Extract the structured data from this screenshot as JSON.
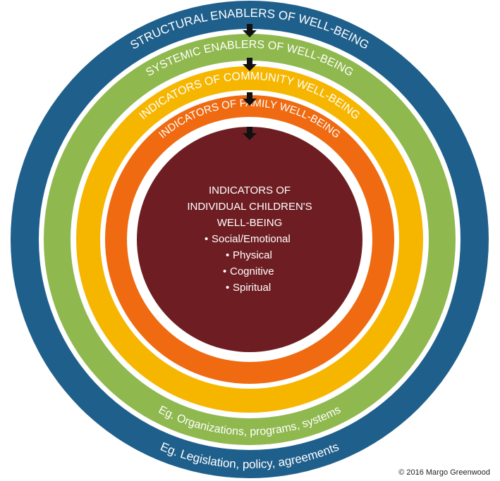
{
  "rings": {
    "structural": {
      "title": "STRUCTURAL ENABLERS OF WELL-BEING",
      "example": "Eg. Legislation, policy, agreements",
      "color": "#1f5f8b"
    },
    "systemic": {
      "title": "SYSTEMIC ENABLERS OF WELL-BEING",
      "example": "Eg. Organizations, programs, systems",
      "color": "#8fb84e"
    },
    "community": {
      "title": "INDICATORS OF  COMMUNITY WELL-BEING",
      "color": "#f6b600"
    },
    "family": {
      "title": "INDICATORS OF FAMILY WELL-BEING",
      "color": "#ef6a10"
    }
  },
  "center": {
    "title_lines": [
      "INDICATORS OF",
      "INDIVIDUAL CHILDREN'S",
      "WELL-BEING"
    ],
    "bullets": [
      "Social/Emotional",
      "Physical",
      "Cognitive",
      "Spiritual"
    ],
    "color": "#6e1e22"
  },
  "copyright": "© 2016 Margo Greenwood"
}
